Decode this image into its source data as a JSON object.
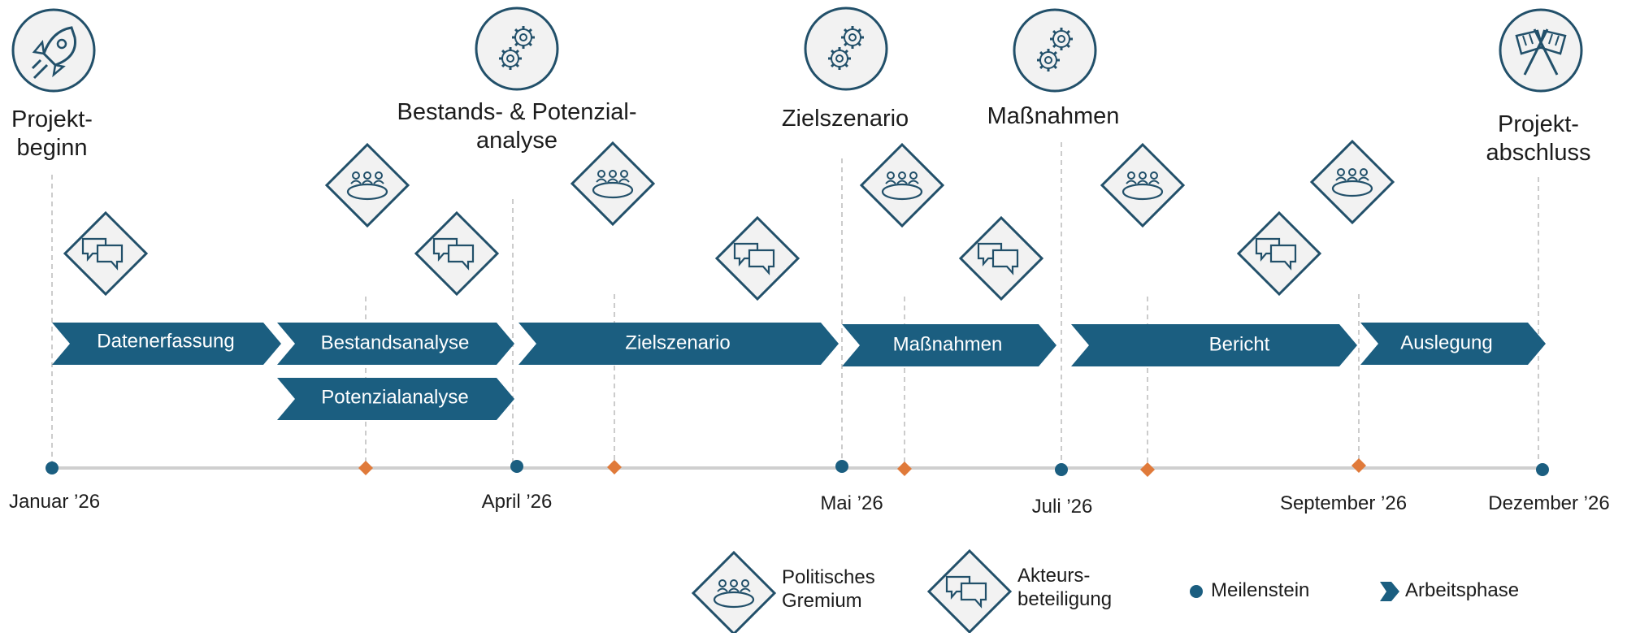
{
  "colors": {
    "phase": "#1b5e80",
    "milestone": "#1b5e80",
    "meeting": "#e07a3a",
    "icon_stroke": "#22506a",
    "icon_bg": "#f2f2f2",
    "guide": "#bfbfbf",
    "timeline": "#cfcfcf"
  },
  "milestones": [
    {
      "id": "projektbeginn",
      "lines": [
        "Projekt-",
        "beginn"
      ],
      "icon": "rocket-icon"
    },
    {
      "id": "analyse",
      "lines": [
        "Bestands- & Potenzial-",
        "analyse"
      ],
      "icon": "gears-icon"
    },
    {
      "id": "zielszenario",
      "lines": [
        "Zielszenario"
      ],
      "icon": "gears-icon"
    },
    {
      "id": "massnahmen",
      "lines": [
        "Maßnahmen"
      ],
      "icon": "gears-icon"
    },
    {
      "id": "projektabschluss",
      "lines": [
        "Projekt-",
        "abschluss"
      ],
      "icon": "checkered-flags-icon"
    }
  ],
  "phases": [
    {
      "id": "datenerfassung",
      "label": "Datenerfassung"
    },
    {
      "id": "bestandsanalyse",
      "label": "Bestandsanalyse"
    },
    {
      "id": "potenzialanalyse",
      "label": "Potenzialanalyse"
    },
    {
      "id": "zielszenario",
      "label": "Zielszenario"
    },
    {
      "id": "massnahmen",
      "label": "Maßnahmen"
    },
    {
      "id": "bericht",
      "label": "Bericht"
    },
    {
      "id": "auslegung",
      "label": "Auslegung"
    }
  ],
  "dates": [
    {
      "id": "januar",
      "label": "Januar ’26"
    },
    {
      "id": "april",
      "label": "April ’26"
    },
    {
      "id": "mai",
      "label": "Mai ’26"
    },
    {
      "id": "juli",
      "label": "Juli ’26"
    },
    {
      "id": "september",
      "label": "September ’26"
    },
    {
      "id": "dezember",
      "label": "Dezember ’26"
    }
  ],
  "legend": {
    "gremium": "Politisches\nGremium",
    "beteiligung": "Akteurs-\nbeteiligung",
    "meilenstein": "Meilenstein",
    "arbeitsphase": "Arbeitsphase"
  }
}
